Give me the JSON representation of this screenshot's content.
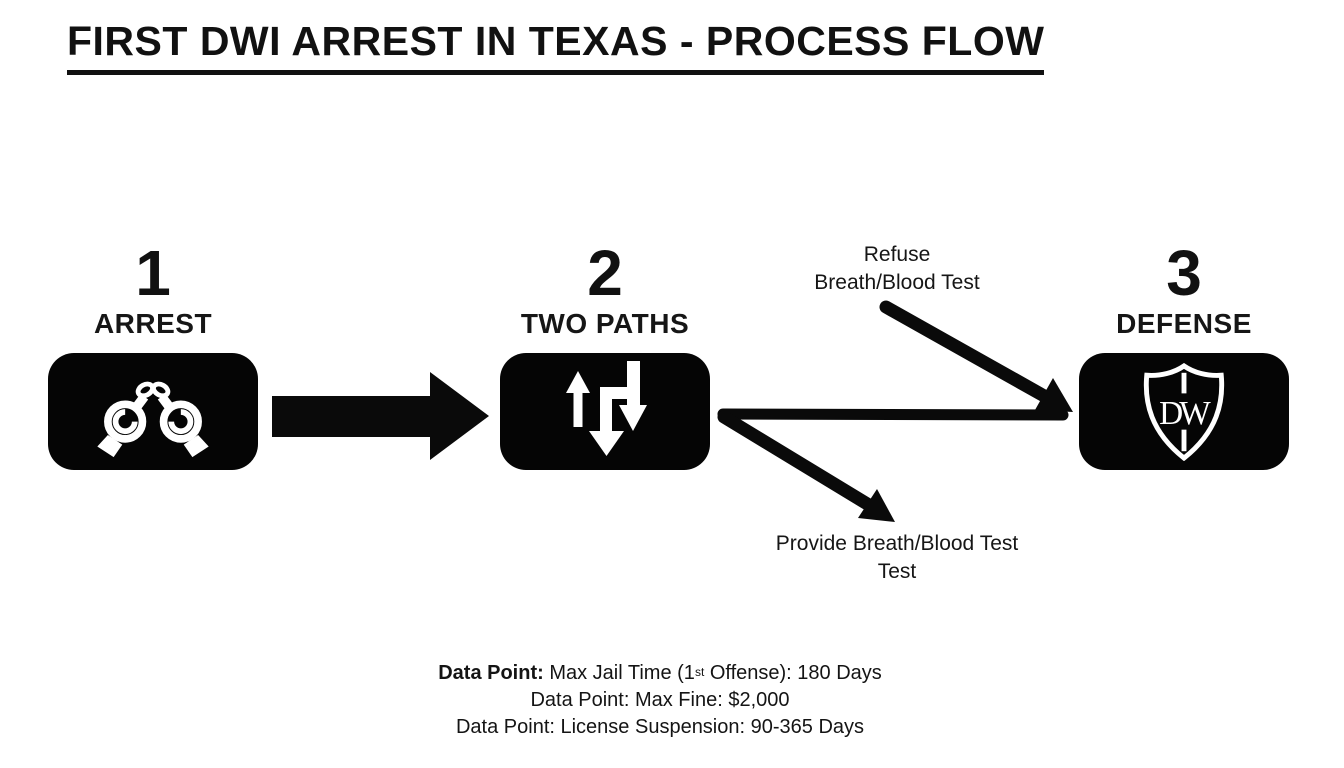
{
  "title": "FIRST DWI ARREST IN TEXAS - PROCESS FLOW",
  "steps": [
    {
      "number": "1",
      "label": "ARREST",
      "icon": "handcuffs"
    },
    {
      "number": "2",
      "label": "TWO PATHS",
      "icon": "two-paths-arrows"
    },
    {
      "number": "3",
      "label": "DEFENSE",
      "icon": "dw-shield",
      "monogram": "DW"
    }
  ],
  "branches": {
    "refuse": {
      "line1": "Refuse",
      "line2": "Breath/Blood Test"
    },
    "provide": {
      "line1": "Provide Breath/Blood Test",
      "line2": "Test"
    }
  },
  "data_points": {
    "line1": {
      "bold": "Data Point:",
      "pre": " Max Jail Time (1",
      "sup": "st",
      "post": " Offense): 180 Days"
    },
    "line2": "Data Point: Max Fine: $2,000",
    "line3": "Data Point: License Suspension: 90-365 Days"
  },
  "colors": {
    "ink": "#111111",
    "box_black": "#050505",
    "background": "#ffffff"
  }
}
